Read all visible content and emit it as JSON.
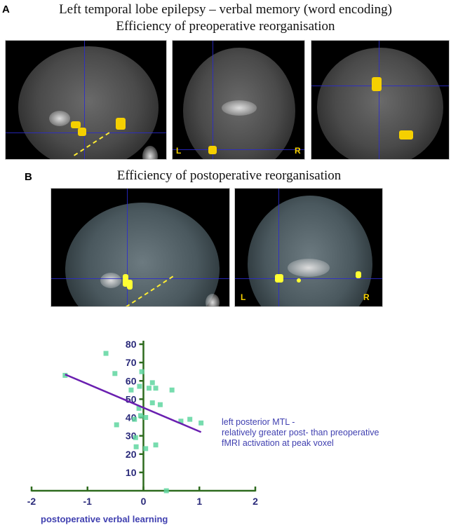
{
  "panel_a": {
    "label": "A",
    "title_line1": "Left temporal lobe epilepsy – verbal memory (word encoding)",
    "title_line2": "Efficiency of preoperative reorganisation",
    "coronal_left": "L",
    "coronal_right": "R"
  },
  "panel_b": {
    "label": "B",
    "title": "Efficiency of postoperative reorganisation",
    "coronal_left": "L",
    "coronal_right": "R",
    "annotation_line1": "left posterior MTL -",
    "annotation_line2": "relatively greater post- than preoperative",
    "annotation_line3": "fMRI activation at peak voxel"
  },
  "colors": {
    "axis": "#2e6b1e",
    "tick_text": "#2a2a7a",
    "points": "#5fd6a0",
    "regression": "#6a1fb0",
    "activation": "#f5d000",
    "crosshair": "#2a2ad0"
  },
  "chart_data": {
    "type": "scatter",
    "title": "",
    "xlabel": "postoperative verbal learning",
    "ylabel": "",
    "xlim": [
      -2,
      2
    ],
    "ylim": [
      0,
      80
    ],
    "xticks": [
      -2,
      -1,
      0,
      1,
      2
    ],
    "yticks": [
      10,
      20,
      30,
      40,
      50,
      60,
      70,
      80
    ],
    "grid": false,
    "points": [
      [
        -0.67,
        75
      ],
      [
        -1.4,
        63
      ],
      [
        -0.51,
        64
      ],
      [
        -0.03,
        65
      ],
      [
        -0.22,
        55
      ],
      [
        -0.07,
        57
      ],
      [
        0.16,
        59
      ],
      [
        0.1,
        56
      ],
      [
        0.22,
        56
      ],
      [
        0.51,
        55
      ],
      [
        0.16,
        48
      ],
      [
        0.3,
        47
      ],
      [
        -0.08,
        45
      ],
      [
        -0.05,
        41
      ],
      [
        0.04,
        40
      ],
      [
        -0.16,
        39
      ],
      [
        -0.48,
        36
      ],
      [
        0.67,
        38
      ],
      [
        0.83,
        39
      ],
      [
        1.03,
        37
      ],
      [
        -0.14,
        29
      ],
      [
        -0.13,
        24
      ],
      [
        0.04,
        23
      ],
      [
        0.22,
        25
      ],
      [
        0.41,
        0
      ]
    ],
    "regression_line": [
      [
        -1.4,
        63.5
      ],
      [
        1.03,
        32
      ]
    ]
  }
}
